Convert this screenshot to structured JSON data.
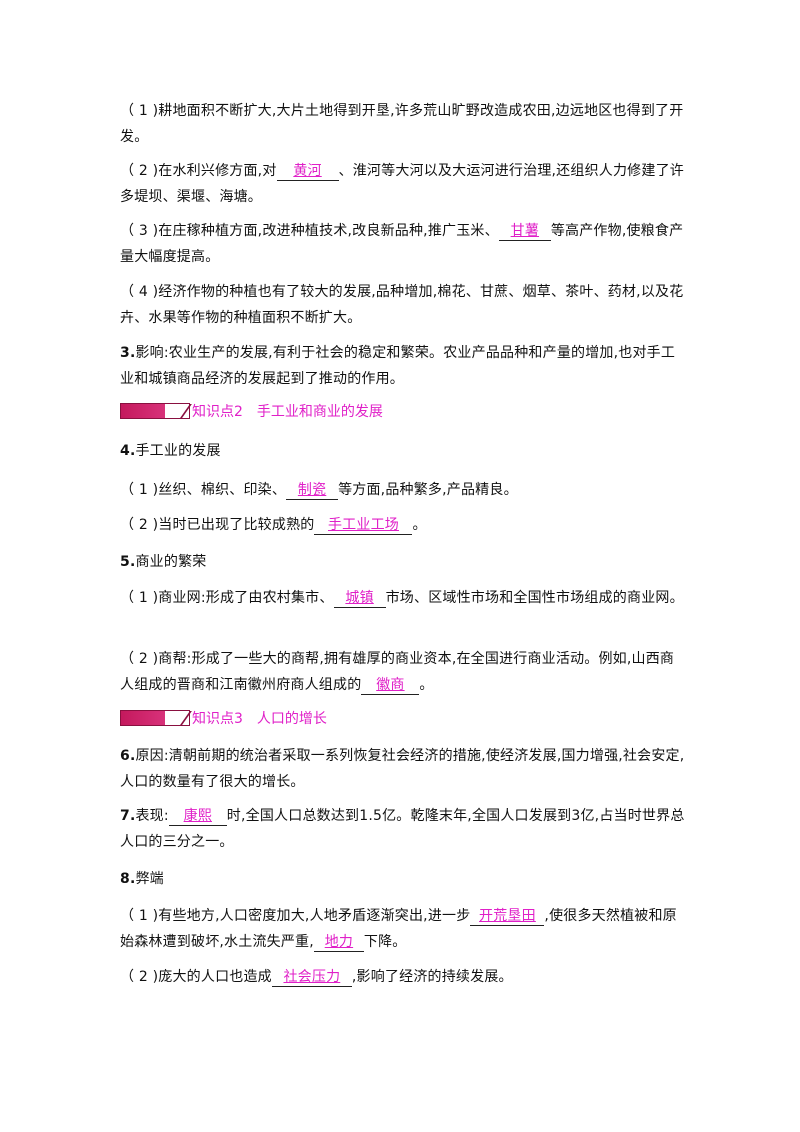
{
  "sec1": {
    "item1": {
      "text": "（ 1 )耕地面积不断扩大,大片土地得到开垦,许多荒山旷野改造成农田,边远地区也得到了开发。"
    },
    "item2": {
      "pre": "（ 2 )在水利兴修方面,对",
      "blank": "黄河",
      "post": "、淮河等大河以及大运河进行治理,还组织人力修建了许多堤坝、渠堰、海塘。"
    },
    "item3": {
      "pre": "（ 3 )在庄稼种植方面,改进种植技术,改良新品种,推广玉米、",
      "blank": "甘薯",
      "post": "等高产作物,使粮食产量大幅度提高。"
    },
    "item4": {
      "text": "（ 4 )经济作物的种植也有了较大的发展,品种增加,棉花、甘蔗、烟草、茶叶、药材,以及花卉、水果等作物的种植面积不断扩大。"
    },
    "item5": {
      "num": "3.",
      "text": "影响:农业生产的发展,有利于社会的稳定和繁荣。农业产品品种和产量的增加,也对手工业和城镇商品经济的发展起到了推动的作用。"
    }
  },
  "kp2": {
    "label": "知识点2　手工业和商业的发展"
  },
  "sec2": {
    "h4": {
      "num": "4.",
      "text": "手工业的发展"
    },
    "i1": {
      "pre": "（ 1 )丝织、棉织、印染、",
      "blank": "制瓷",
      "post": "等方面,品种繁多,产品精良。"
    },
    "i2": {
      "pre": "（ 2 )当时已出现了比较成熟的",
      "blank": "手工业工场",
      "post": "。"
    },
    "h5": {
      "num": "5.",
      "text": "商业的繁荣"
    },
    "i3": {
      "pre": "（ 1 )商业网:形成了由农村集市、",
      "blank": "城镇",
      "post": "市场、区域性市场和全国性市场组成的商业网。"
    },
    "i4": {
      "pre": "（ 2 )商帮:形成了一些大的商帮,拥有雄厚的商业资本,在全国进行商业活动。例如,山西商人组成的晋商和江南徽州府商人组成的",
      "blank": "徽商",
      "post": "。"
    }
  },
  "kp3": {
    "label": "知识点3　人口的增长"
  },
  "sec3": {
    "i6": {
      "num": "6.",
      "text": "原因:清朝前期的统治者采取一系列恢复社会经济的措施,使经济发展,国力增强,社会安定,人口的数量有了很大的增长。"
    },
    "i7": {
      "num": "7.",
      "pre": "表现:",
      "blank": "康熙",
      "post": "时,全国人口总数达到1.5亿。乾隆末年,全国人口发展到3亿,占当时世界总人口的三分之一。"
    },
    "h8": {
      "num": "8.",
      "text": "弊端"
    },
    "i8a": {
      "pre": "（ 1 )有些地方,人口密度加大,人地矛盾逐渐突出,进一步",
      "blank": "开荒垦田",
      "mid": ",使很多天然植被和原始森林遭到破坏,水土流失严重,",
      "blank2": "地力",
      "post": "下降。"
    },
    "i8b": {
      "pre": "（ 2 )庞大的人口也造成",
      "blank": "社会压力",
      "post": ",影响了经济的持续发展。"
    }
  }
}
